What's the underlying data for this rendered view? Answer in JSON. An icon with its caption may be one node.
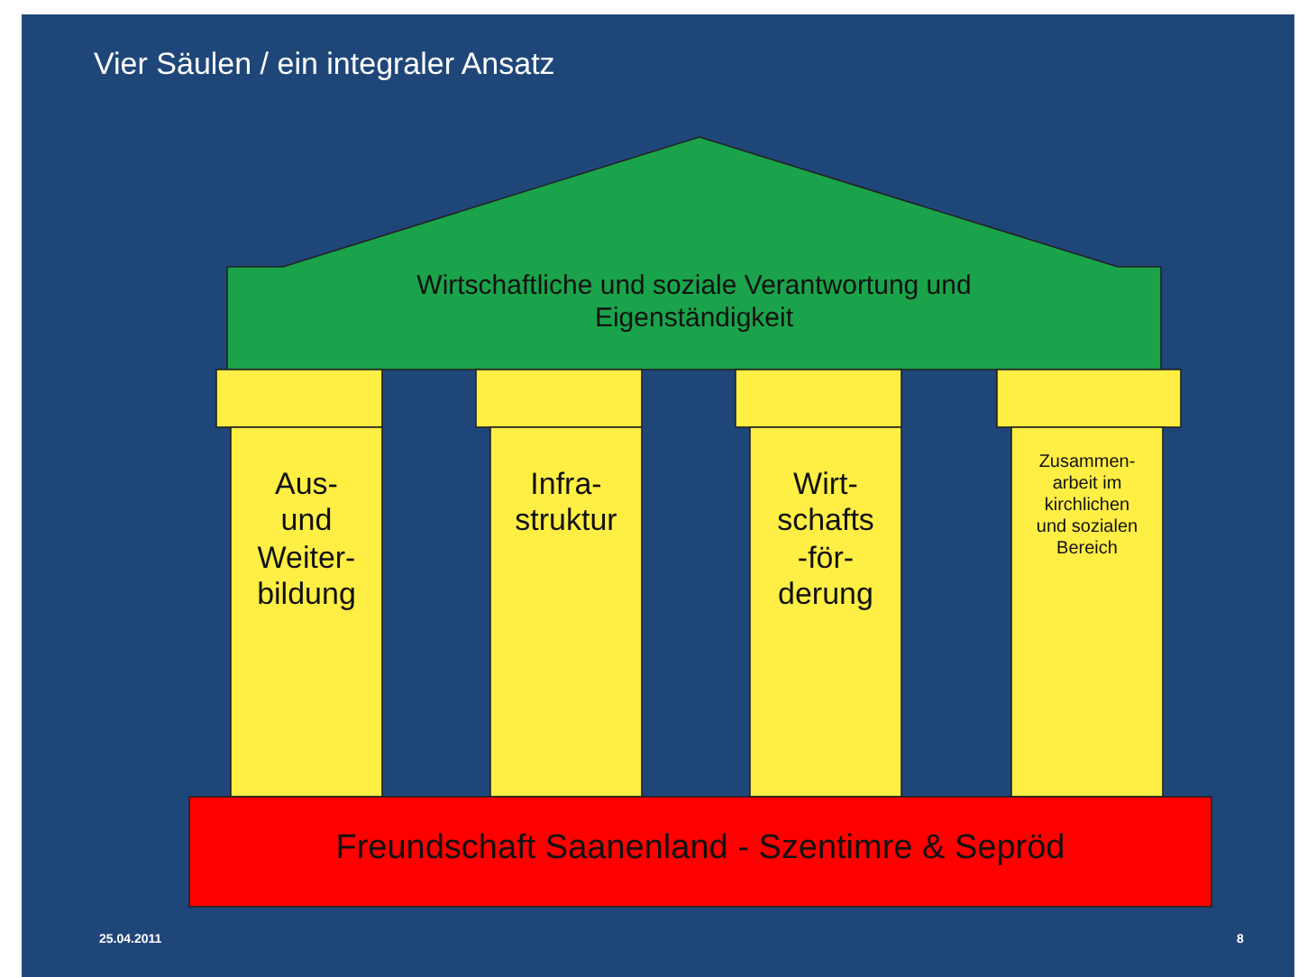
{
  "diagram": {
    "title": "Vier Säulen / ein integraler Ansatz",
    "nodes": [
      {
        "text": [
          "Wirtschaftliche und soziale Verantwortung und Eigenständigkeit"
        ]
      },
      {
        "text": [],
        "shape": "box"
      },
      {
        "text": [],
        "shape": "box"
      },
      {
        "text": [],
        "shape": "box"
      },
      {
        "text": [],
        "shape": "box"
      },
      {
        "text": [
          "Aus- und Weiter- bildung"
        ]
      },
      {
        "text": [
          "Infra- struktur"
        ]
      },
      {
        "text": [
          "Wirt- schafts -för- derung"
        ]
      },
      {
        "text": [
          "Zusammen- arbeit im kirchlichen und sozialen Bereich"
        ]
      },
      {
        "text": [
          "Freundschaft Saanenland - Szentimre & Sepröd"
        ]
      }
    ],
    "labels": [
      "25.04.2011",
      "8"
    ]
  }
}
